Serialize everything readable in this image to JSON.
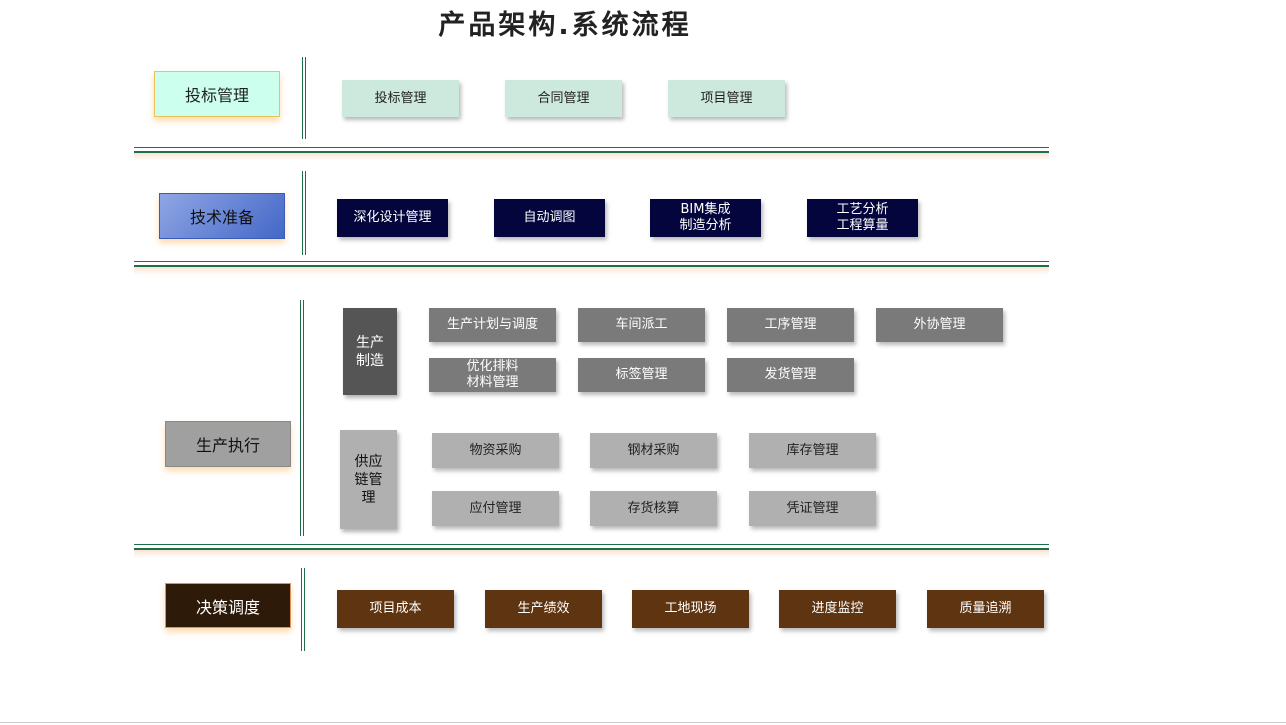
{
  "title": "产品架构.系统流程",
  "sections": {
    "bidding": {
      "label": "投标管理",
      "label_color": "#ccffee",
      "items": [
        "投标管理",
        "合同管理",
        "项目管理"
      ]
    },
    "tech": {
      "label": "技术准备",
      "label_color": "#5b7fd6",
      "items": [
        "深化设计管理",
        "自动调图",
        "BIM集成\n制造分析",
        "工艺分析\n工程算量"
      ]
    },
    "production": {
      "label": "生产执行",
      "label_color": "#a0a0a0",
      "manufacturing": {
        "label": "生产\n制造",
        "items": [
          "生产计划与调度",
          "车间派工",
          "工序管理",
          "外协管理",
          "优化排料\n材料管理",
          "标签管理",
          "发货管理"
        ]
      },
      "supply": {
        "label": "供应\n链管\n理",
        "items": [
          "物资采购",
          "钢材采购",
          "库存管理",
          "应付管理",
          "存货核算",
          "凭证管理"
        ]
      }
    },
    "decision": {
      "label": "决策调度",
      "label_color": "#2e1a08",
      "items": [
        "项目成本",
        "生产绩效",
        "工地现场",
        "进度监控",
        "质量追溯"
      ]
    }
  }
}
